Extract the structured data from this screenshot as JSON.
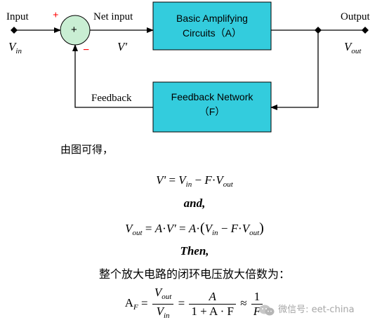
{
  "diagram": {
    "input_label": "Input",
    "input_symbol_base": "V",
    "input_symbol_sub": "in",
    "plus_sign": "+",
    "minus_sign": "−",
    "summer_sign": "+",
    "net_input_label": "Net input",
    "net_symbol": "V'",
    "amp_line1": "Basic Amplifying",
    "amp_line2": "Circuits（A）",
    "output_label": "Output",
    "output_symbol_base": "V",
    "output_symbol_sub": "out",
    "feedback_label": "Feedback",
    "fb_line1": "Feedback Network",
    "fb_line2": "（F）",
    "box_fill": "#33ccdd",
    "summer_fill": "#c9eed3",
    "sign_color": "#ff0000"
  },
  "text": {
    "derivation_intro": "由图可得，",
    "and_word": "and,",
    "then_word": "Then,",
    "closed_loop_gain_label": "整个放大电路的闭环电压放大倍数为："
  },
  "eq1": {
    "lhs": "V'",
    "eq": "=",
    "t1": "V",
    "t1_sub": "in",
    "op": "−",
    "t2": "F",
    "dot": "·",
    "t3": "V",
    "t3_sub": "out"
  },
  "eq2": {
    "lhs": "V",
    "lhs_sub": "out",
    "eq1": "=",
    "a": "A",
    "dot1": "·",
    "vp": "V'",
    "eq2": "=",
    "a2": "A",
    "dot2": "·",
    "lp": "(",
    "vin": "V",
    "vin_sub": "in",
    "op": "−",
    "f": "F",
    "dot3": "·",
    "vout": "V",
    "vout_sub": "out",
    "rp": ")"
  },
  "eq3": {
    "lhs": "A",
    "lhs_sub": "F",
    "eq1": "=",
    "num1": "V",
    "num1_sub": "out",
    "den1": "V",
    "den1_sub": "in",
    "eq2": "=",
    "num2": "A",
    "den2": "1 + A · F",
    "approx": "≈",
    "num3": "1",
    "den3": "F"
  },
  "watermark": {
    "icon": "wechat-icon",
    "text": "微信号: eet-china"
  }
}
